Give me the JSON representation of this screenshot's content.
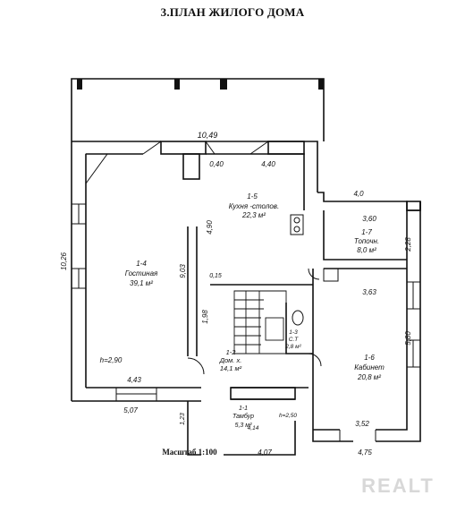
{
  "title": "3.ПЛАН ЖИЛОГО ДОМА",
  "scale_text": "Масштаб 1:100",
  "watermark": "REALT",
  "rooms": [
    {
      "id": "1-1",
      "name": "Тамбур",
      "area": "5,3 м²"
    },
    {
      "id": "1-2",
      "name": "Дом. х.",
      "area": "14,1 м²"
    },
    {
      "id": "1-3",
      "name": "С.Т",
      "area": "2,8 м²"
    },
    {
      "id": "1-4",
      "name": "Гостиная",
      "area": "39,1 м²"
    },
    {
      "id": "1-5",
      "name": "Кухня -столов.",
      "area": "22,3 м²"
    },
    {
      "id": "1-6",
      "name": "Кабинет",
      "area": "20,8 м²"
    },
    {
      "id": "1-7",
      "name": "Топочн.",
      "area": "8,0 м²"
    }
  ],
  "dimensions": {
    "top_width": "10,49",
    "left_height": "10,26",
    "d_040": "0,40",
    "d_440": "4,40",
    "d_40": "4,0",
    "d_360": "3,60",
    "d_228": "2,28",
    "d_363": "3,63",
    "d_580": "5,80",
    "d_490": "4,90",
    "d_903": "9,03",
    "d_015": "0,15",
    "d_198": "1,98",
    "d_443": "4,43",
    "d_507": "5,07",
    "d_123": "1,23",
    "d_414": "4,14",
    "d_h250": "h=2,50",
    "d_352": "3,52",
    "d_407": "4,07",
    "d_475": "4,75",
    "height": "h=2,90"
  },
  "colors": {
    "wall": "#111111",
    "paper": "#ffffff"
  }
}
